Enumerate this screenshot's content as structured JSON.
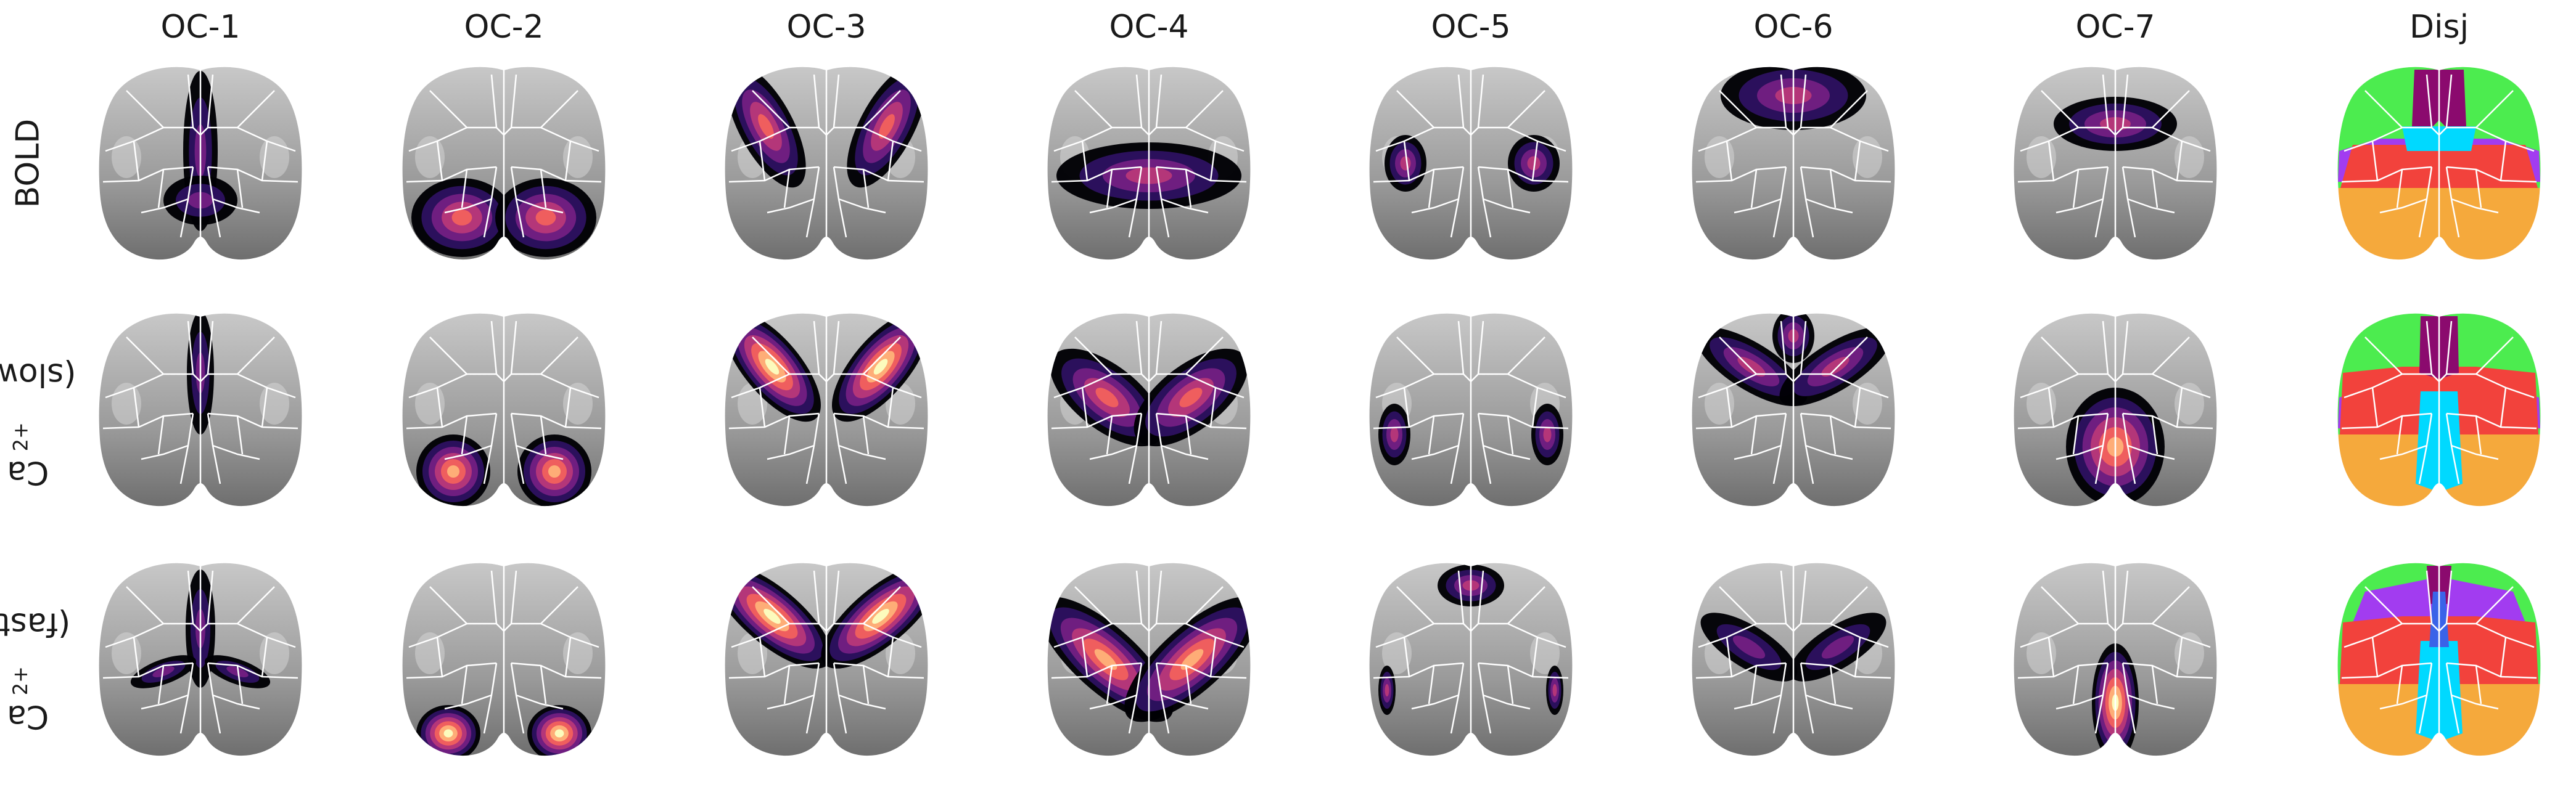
{
  "figure": {
    "columns": [
      "OC-1",
      "OC-2",
      "OC-3",
      "OC-4",
      "OC-5",
      "OC-6",
      "OC-7",
      "Disj"
    ],
    "rows": [
      {
        "label": "BOLD"
      },
      {
        "label_main": "Ca",
        "label_sup": "2+",
        "label_rest": " (slow)"
      },
      {
        "label_main": "Ca",
        "label_sup": "2+",
        "label_rest": " (fast)"
      }
    ]
  },
  "colors": {
    "brain_light": "#c8c8c8",
    "brain_dark": "#6e6e6e",
    "boundary": "#ffffff",
    "magma": [
      "#000004",
      "#2c115f",
      "#721f81",
      "#b73779",
      "#f1605d",
      "#feb078",
      "#fcfdbf"
    ],
    "disjoint": {
      "magenta": "#8b0a6e",
      "green": "#4cec4f",
      "cyan": "#00d9ff",
      "purple": "#a23cf0",
      "red": "#f2423c",
      "orange": "#f5a93c",
      "blue": "#3a63e8"
    }
  }
}
